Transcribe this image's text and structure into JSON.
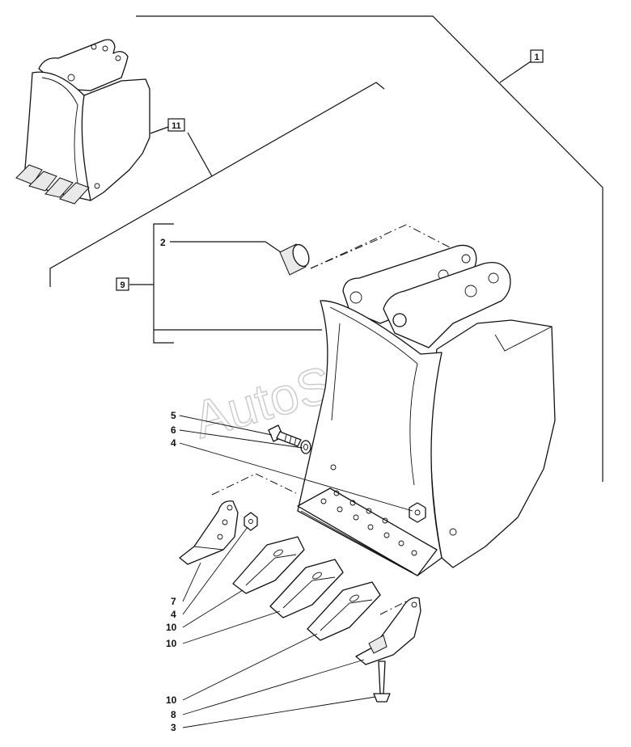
{
  "watermark": "AutoSoft",
  "callouts": {
    "assembly": "1",
    "kit": "9",
    "alt_bucket": "11",
    "bushing": "2",
    "bolt": "5",
    "washer": "6",
    "nut_upper": "4",
    "side_cutter": "7",
    "nut_lower": "4",
    "tooth_a": "10",
    "tooth_b": "10",
    "tooth_c": "10",
    "side_cutter_right": "8",
    "screw": "3"
  },
  "colors": {
    "ink": "#111111",
    "watermark": "#c9c9c9",
    "shading": "#e9e9e9"
  }
}
